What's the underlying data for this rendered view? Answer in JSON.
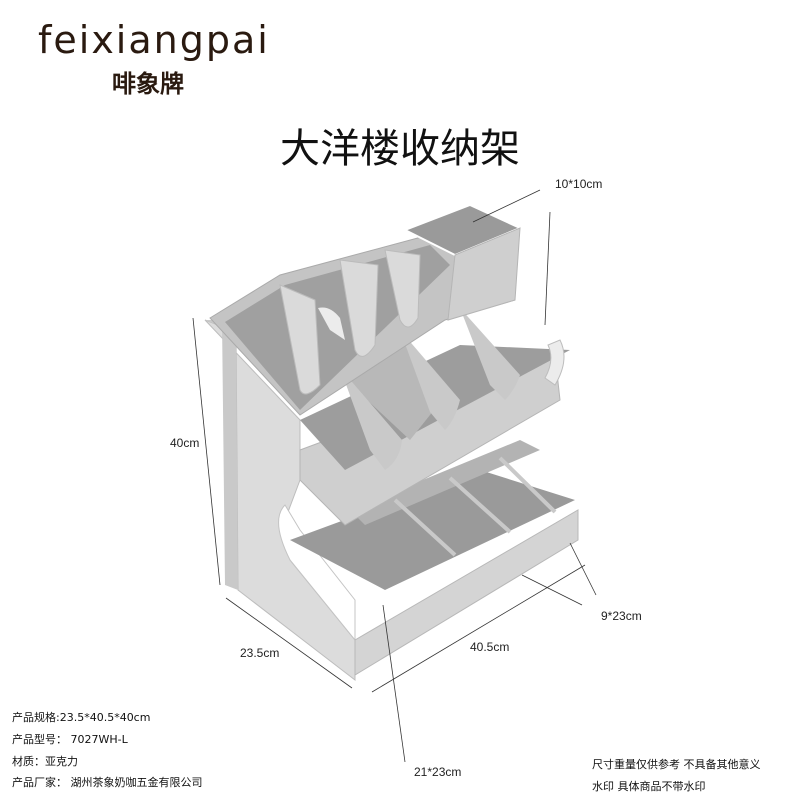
{
  "brand": {
    "name_en": "feixiangpai",
    "name_cn": "啡象牌"
  },
  "title": "大洋楼收纳架",
  "dimensions": {
    "cup_box": "10*10cm",
    "height": "40cm",
    "depth": "23.5cm",
    "width": "40.5cm",
    "small_slot": "9*23cm",
    "large_slot": "21*23cm"
  },
  "specs": {
    "size": "产品规格:23.5*40.5*40cm",
    "model": "产品型号： 7027WH-L",
    "material": "材质：亚克力",
    "maker": "产品厂家：  湖州茶象奶咖五金有限公司"
  },
  "notes": {
    "line1": "尺寸重量仅供参考 不具备其他意义",
    "line2": "水印 具体商品不带水印"
  },
  "colors": {
    "body": "#d7d7d7",
    "shade": "#a9a9a9",
    "inner": "#8f8f8f",
    "edge": "#ffffff"
  }
}
